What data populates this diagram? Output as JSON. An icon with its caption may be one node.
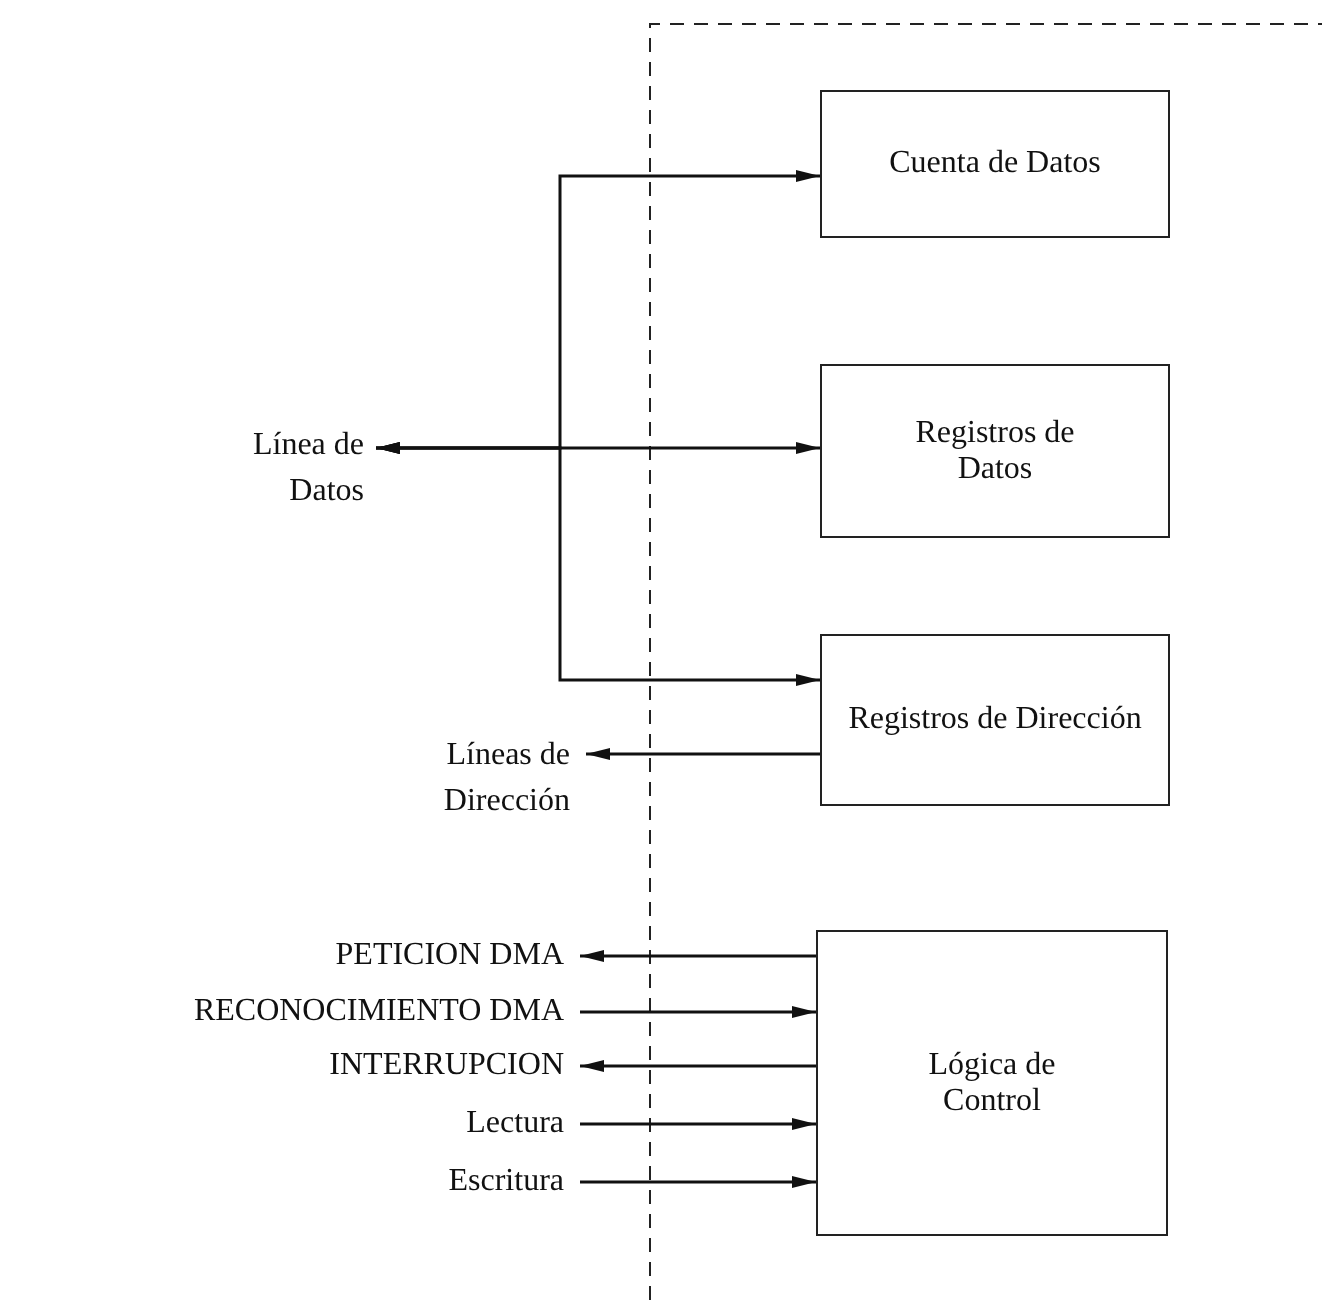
{
  "diagram": {
    "nodes": [
      {
        "text": [
          "Cuenta de Datos"
        ]
      },
      {
        "text": [
          "Registros de Datos"
        ]
      },
      {
        "text": [
          "Registros de Dirección"
        ]
      },
      {
        "text": [
          "Lógica de Control"
        ]
      },
      {
        "text": [
          "Línea de Datos"
        ]
      },
      {
        "text": [
          "Líneas de Dirección"
        ]
      },
      {
        "text": [
          "PETICION DMA"
        ]
      },
      {
        "text": [
          "RECONOCIMIENTO DMA"
        ]
      },
      {
        "text": [
          "INTERRUPCION"
        ]
      },
      {
        "text": [
          "Lectura"
        ]
      },
      {
        "text": [
          "Escritura"
        ]
      }
    ],
    "edges": [
      {
        "from": 4,
        "to": 0,
        "arrow": "both"
      },
      {
        "from": 4,
        "to": 1,
        "arrow": "both"
      },
      {
        "from": 4,
        "to": 2,
        "arrow": "both"
      },
      {
        "from": 2,
        "to": 5,
        "arrow": "to"
      },
      {
        "from": 3,
        "to": 6,
        "arrow": "to"
      },
      {
        "from": 7,
        "to": 3,
        "arrow": "to"
      },
      {
        "from": 3,
        "to": 8,
        "arrow": "to"
      },
      {
        "from": 9,
        "to": 3,
        "arrow": "to"
      },
      {
        "from": 10,
        "to": 3,
        "arrow": "to"
      }
    ]
  }
}
